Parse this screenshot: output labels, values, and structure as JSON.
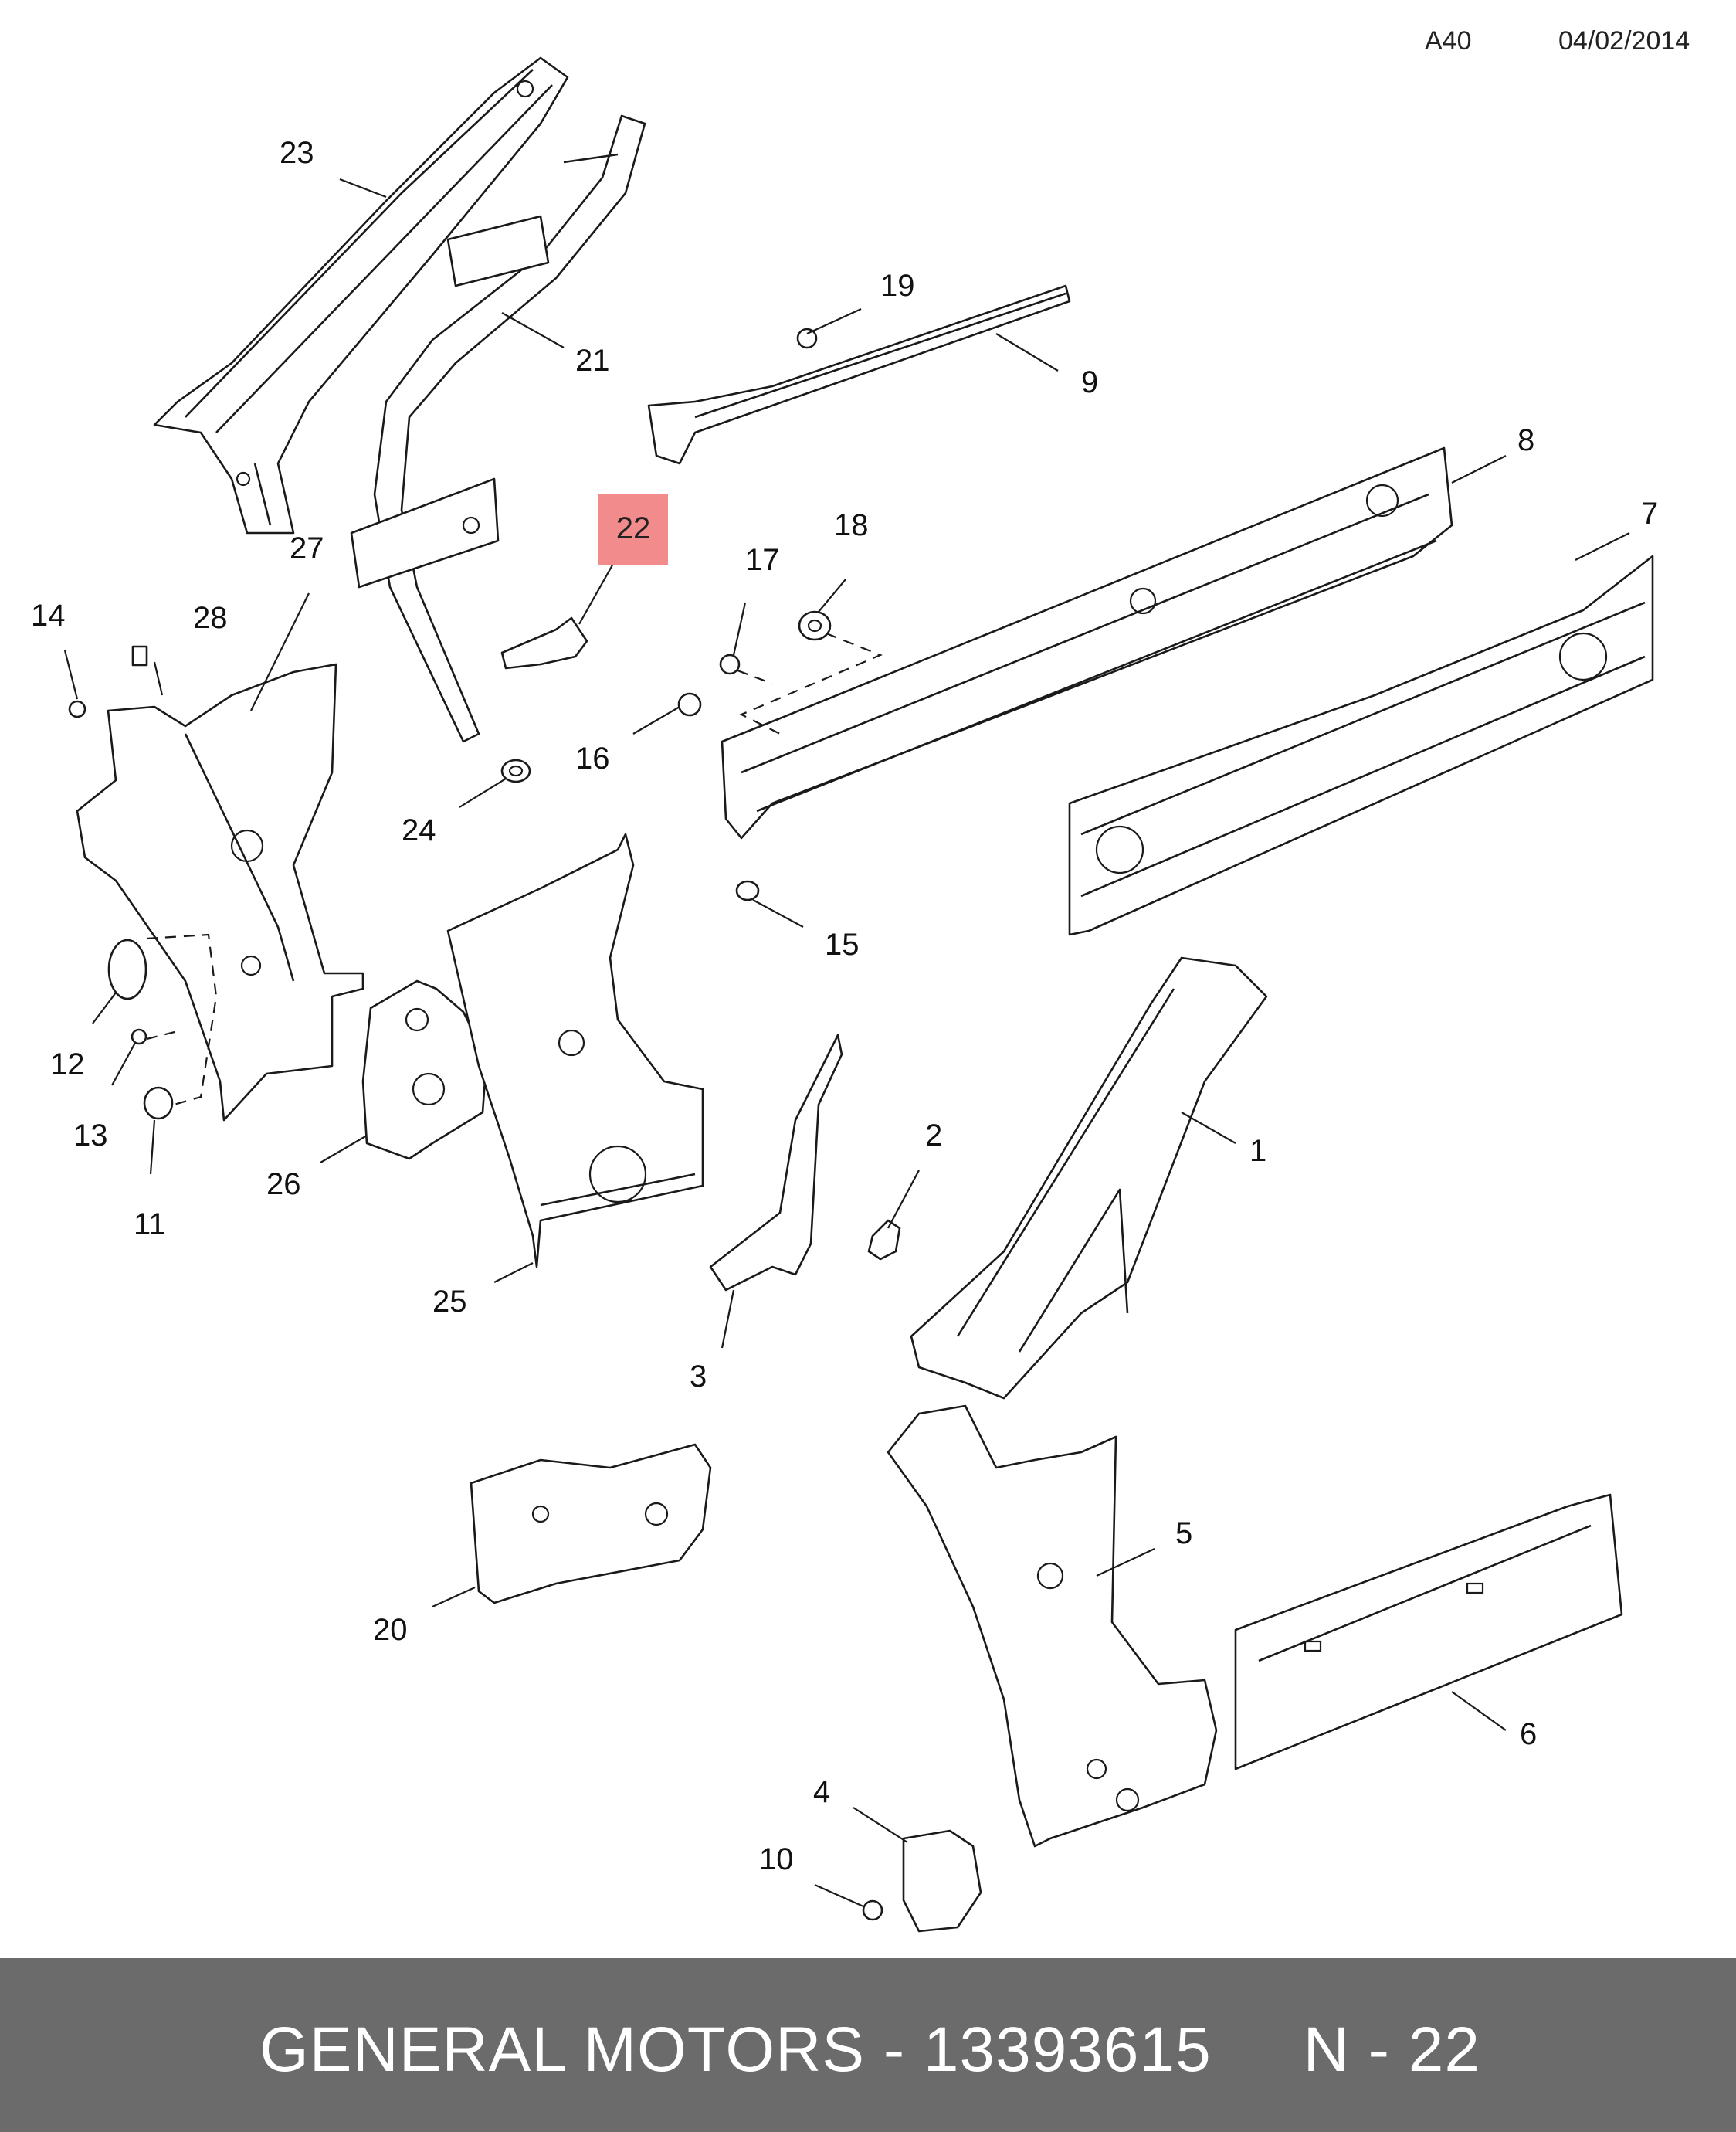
{
  "header": {
    "code": "A40",
    "date": "04/02/2014"
  },
  "highlight": {
    "number": "22",
    "color": "#f28b8b"
  },
  "callouts": {
    "c1": "1",
    "c2": "2",
    "c3": "3",
    "c4": "4",
    "c5": "5",
    "c6": "6",
    "c7": "7",
    "c8": "8",
    "c9": "9",
    "c10": "10",
    "c11": "11",
    "c12": "12",
    "c13": "13",
    "c14": "14",
    "c15": "15",
    "c16": "16",
    "c17": "17",
    "c18": "18",
    "c19": "19",
    "c20": "20",
    "c21": "21",
    "c23": "23",
    "c24": "24",
    "c25": "25",
    "c26": "26",
    "c27": "27",
    "c28": "28"
  },
  "footer": {
    "text": "GENERAL MOTORS - 13393615     N - 22",
    "background": "#6b6b6b"
  }
}
